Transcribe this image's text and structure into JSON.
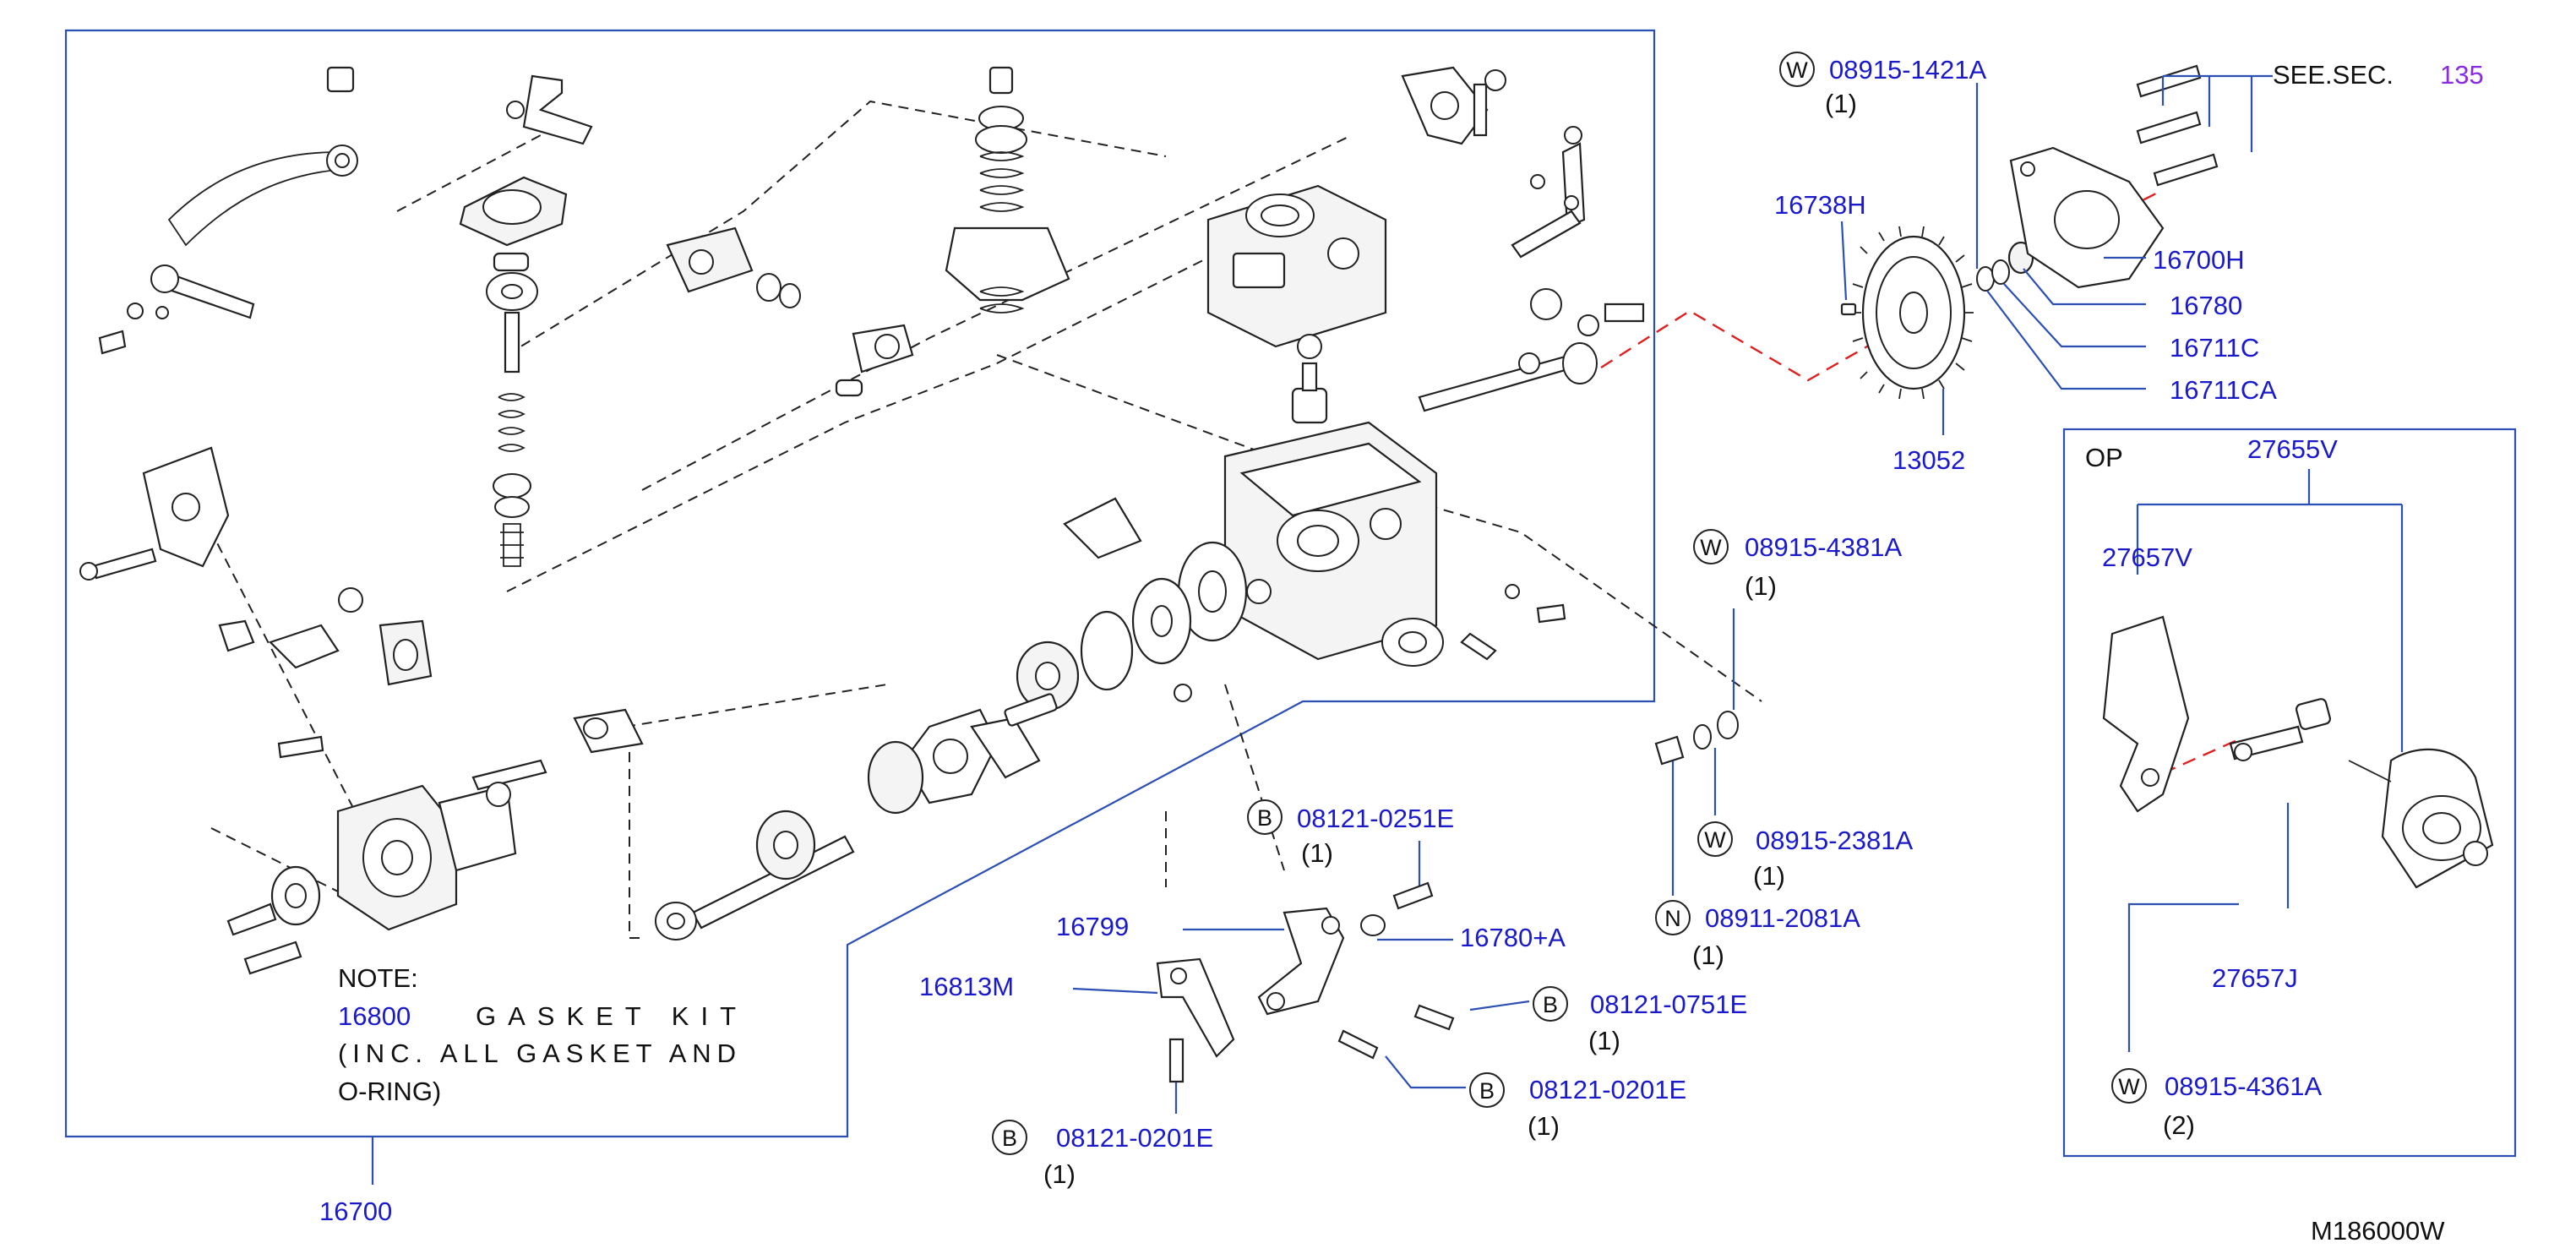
{
  "diagram_id": "M186000W",
  "main_assembly": {
    "part_no": "16700",
    "note_heading": "NOTE:",
    "note_part_no": "16800",
    "note_line1_text": "GASKET KIT",
    "note_line2": "(INC. ALL GASKET AND",
    "note_line3": "O-RING)"
  },
  "callouts": [
    {
      "prefix": "W",
      "part_no": "08915-1421A",
      "qty": "(1)"
    },
    {
      "prefix": "",
      "part_no": "16738H",
      "qty": ""
    },
    {
      "prefix": "",
      "part_no": "16700H",
      "qty": ""
    },
    {
      "prefix": "",
      "part_no": "16780",
      "qty": ""
    },
    {
      "prefix": "",
      "part_no": "16711C",
      "qty": ""
    },
    {
      "prefix": "",
      "part_no": "16711CA",
      "qty": ""
    },
    {
      "prefix": "",
      "part_no": "13052",
      "qty": ""
    },
    {
      "prefix": "W",
      "part_no": "08915-4381A",
      "qty": "(1)"
    },
    {
      "prefix": "W",
      "part_no": "08915-2381A",
      "qty": "(1)"
    },
    {
      "prefix": "N",
      "part_no": "08911-2081A",
      "qty": "(1)"
    },
    {
      "prefix": "B",
      "part_no": "08121-0251E",
      "qty": "(1)"
    },
    {
      "prefix": "",
      "part_no": "16799",
      "qty": ""
    },
    {
      "prefix": "",
      "part_no": "16780+A",
      "qty": ""
    },
    {
      "prefix": "",
      "part_no": "16813M",
      "qty": ""
    },
    {
      "prefix": "B",
      "part_no": "08121-0751E",
      "qty": "(1)"
    },
    {
      "prefix": "B",
      "part_no": "08121-0201E",
      "qty": "(1)"
    },
    {
      "prefix": "B",
      "part_no": "08121-0201E",
      "qty": "(1)"
    }
  ],
  "see_section": {
    "text": "SEE.SEC.",
    "section": "135"
  },
  "option_box": {
    "label": "OP",
    "assembly_part_no": "27655V",
    "parts": [
      {
        "prefix": "",
        "part_no": "27657V",
        "qty": ""
      },
      {
        "prefix": "",
        "part_no": "27657J",
        "qty": ""
      },
      {
        "prefix": "W",
        "part_no": "08915-4361A",
        "qty": "(2)"
      }
    ]
  },
  "colors": {
    "part_number": "#1a1acc",
    "leader": "#2b4fb5",
    "drawing": "#222222",
    "section_ref": "#8a2be2",
    "red_leader": "#e02020"
  }
}
